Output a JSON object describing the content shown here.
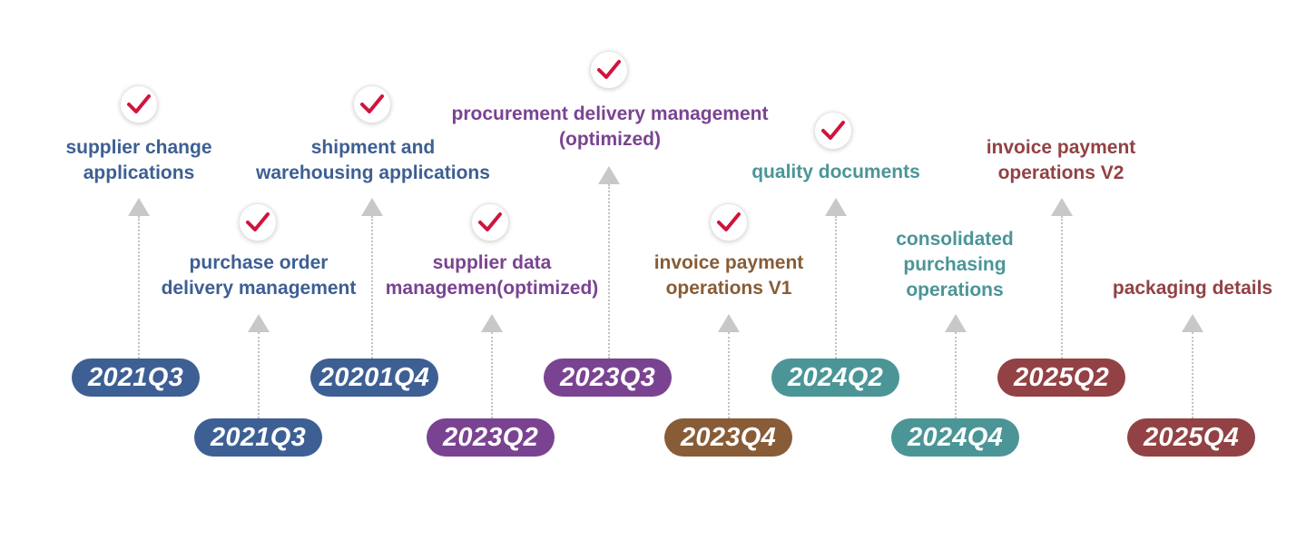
{
  "milestones": [
    {
      "date": "2021Q3",
      "lines": [
        "supplier change",
        "applications"
      ],
      "completed": true,
      "color": "#3d5f93"
    },
    {
      "date": "2021Q3",
      "lines": [
        "purchase order",
        "delivery management"
      ],
      "completed": true,
      "color": "#3d5f93"
    },
    {
      "date": "20201Q4",
      "lines": [
        "shipment and",
        "warehousing applications"
      ],
      "completed": true,
      "color": "#3d5f93"
    },
    {
      "date": "2023Q2",
      "lines": [
        "supplier data",
        "managemen(optimized)"
      ],
      "completed": true,
      "color": "#7a4391"
    },
    {
      "date": "2023Q3",
      "lines": [
        "procurement delivery management",
        "(optimized)"
      ],
      "completed": true,
      "color": "#7a4391"
    },
    {
      "date": "2023Q4",
      "lines": [
        "invoice payment",
        "operations V1"
      ],
      "completed": true,
      "color": "#875c36"
    },
    {
      "date": "2024Q2",
      "lines": [
        "quality documents"
      ],
      "completed": true,
      "color": "#4b9597"
    },
    {
      "date": "2024Q4",
      "lines": [
        "consolidated",
        "purchasing",
        "operations"
      ],
      "completed": false,
      "color": "#4b9597"
    },
    {
      "date": "2025Q2",
      "lines": [
        "invoice payment",
        "operations V2"
      ],
      "completed": false,
      "color": "#924244"
    },
    {
      "date": "2025Q4",
      "lines": [
        "packaging details"
      ],
      "completed": false,
      "color": "#924244"
    }
  ],
  "icons": {
    "completed": "checkmark-icon",
    "connector": "arrow-up-icon"
  },
  "check_color": "#d0143c"
}
